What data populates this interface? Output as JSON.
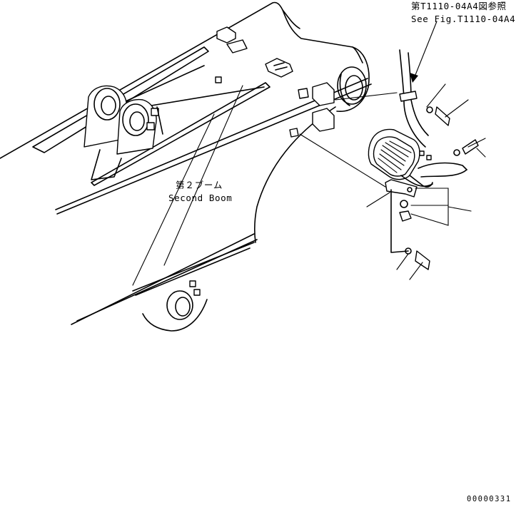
{
  "reference": {
    "jp": "第T1110-04A4図参照",
    "en": "See Fig.T1110-04A4"
  },
  "boom_label": {
    "jp": "第２ブーム",
    "en": "Second Boom"
  },
  "figure_number": "00000331"
}
